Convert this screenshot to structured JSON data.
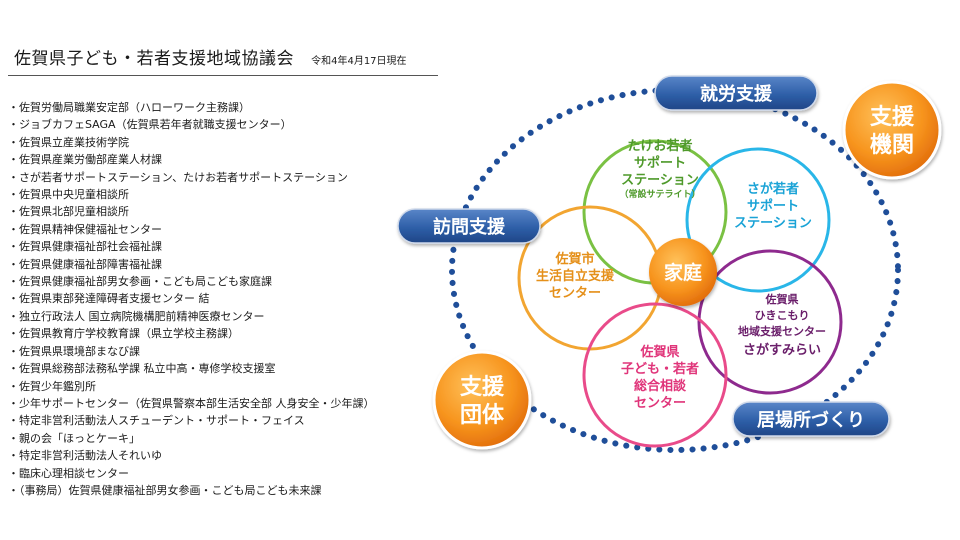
{
  "header": {
    "title": "佐賀県子ども・若者支援地域協議会",
    "date": "令和4年4月17日現在"
  },
  "members": [
    "・佐賀労働局職業安定部（ハローワーク主務課）",
    "・ジョブカフェSAGA（佐賀県若年者就職支援センター）",
    "・佐賀県立産業技術学院",
    "・佐賀県産業労働部産業人材課",
    "・さが若者サポートステーション、たけお若者サポートステーション",
    "・佐賀県中央児童相談所",
    "・佐賀県北部児童相談所",
    "・佐賀県精神保健福祉センター",
    "・佐賀県健康福祉部社会福祉課",
    "・佐賀県健康福祉部障害福祉課",
    "・佐賀県健康福祉部男女参画・こども局こども家庭課",
    "・佐賀県東部発達障碍者支援センター 結",
    "・独立行政法人 国立病院機構肥前精神医療センター",
    "・佐賀県教育庁学校教育課（県立学校主務課）",
    "・佐賀県県環境部まなび課",
    "・佐賀県総務部法務私学課 私立中高・専修学校支援室",
    "・佐賀少年鑑別所",
    "・少年サポートセンター（佐賀県警察本部生活安全部 人身安全・少年課）",
    "・特定非営利活動法人スチューデント・サポート・フェイス",
    "・親の会「ほっとケーキ」",
    "・特定非営利活動法人それいゆ",
    "・臨床心理相談センター",
    "・（事務局）佐賀県健康福祉部男女参画・こども局こども未来課"
  ],
  "diagram": {
    "center": "家庭",
    "badges": {
      "kikan": [
        "支援",
        "機関"
      ],
      "dantai": [
        "支援",
        "団体"
      ]
    },
    "banners": {
      "shuro": "就労支援",
      "homon": "訪問支援",
      "ibasho": "居場所づくり"
    },
    "circles": {
      "takeo": {
        "lines": [
          "たけお若者",
          "サポート",
          "ステーション"
        ],
        "sub": "（常設サテライト）"
      },
      "saga": {
        "lines": [
          "さが若者",
          "サポート",
          "ステーション"
        ]
      },
      "jiritsu": {
        "lines": [
          "佐賀市",
          "生活自立支援",
          "センター"
        ]
      },
      "hikikomori": {
        "lines": [
          "佐賀県",
          "ひきこもり",
          "地域支援センター"
        ],
        "extra": "さがすみらい"
      },
      "kodomo": {
        "lines": [
          "佐賀県",
          "子ども・若者",
          "総合相談",
          "センター"
        ]
      }
    },
    "colors": {
      "takeo": "#7ac143",
      "saga": "#29b6e8",
      "jiritsu": "#f2a531",
      "hikikomori": "#8e2a8e",
      "kodomo": "#e94b8a",
      "center": "#f7941d",
      "dots": "#1f4e99",
      "banner": "#2e5fa8"
    }
  }
}
